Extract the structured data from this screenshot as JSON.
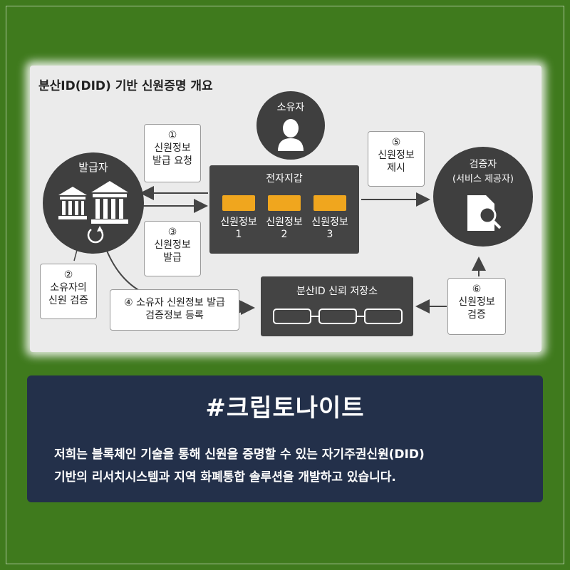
{
  "diagram": {
    "title": "분산ID(DID) 기반 신원증명 개요",
    "issuer": {
      "label": "발급자"
    },
    "owner": {
      "label": "소유자"
    },
    "verifier": {
      "line1": "검증자",
      "line2": "(서비스 제공자)"
    },
    "wallet": {
      "label": "전자지갑",
      "cards": [
        {
          "line1": "신원정보",
          "line2": "1"
        },
        {
          "line1": "신원정보",
          "line2": "2"
        },
        {
          "line1": "신원정보",
          "line2": "3"
        }
      ]
    },
    "registry": {
      "label": "분산ID 신뢰 저장소"
    },
    "steps": {
      "s1": {
        "num": "①",
        "line1": "신원정보",
        "line2": "발급 요청"
      },
      "s2": {
        "num": "②",
        "line1": "소유자의",
        "line2": "신원 검증"
      },
      "s3": {
        "num": "③",
        "line1": "신원정보",
        "line2": "발급"
      },
      "s4": {
        "line1": "④ 소유자 신원정보 발급",
        "line2": "검증정보 등록"
      },
      "s5": {
        "num": "⑤",
        "line1": "신원정보",
        "line2": "제시"
      },
      "s6": {
        "num": "⑥",
        "line1": "신원정보",
        "line2": "검증"
      }
    }
  },
  "banner": {
    "hashtag": "#크립토나이트",
    "line1": "저희는 블록체인 기술을 통해 신원을 증명할 수 있는 자기주권신원(DID)",
    "line2": "기반의 리서치시스템과 지역 화폐통합 솔루션을 개발하고 있습니다."
  },
  "colors": {
    "background": "#3f7a1d",
    "banner": "#23304a",
    "card": "#f0a61e",
    "dark": "#444444"
  }
}
